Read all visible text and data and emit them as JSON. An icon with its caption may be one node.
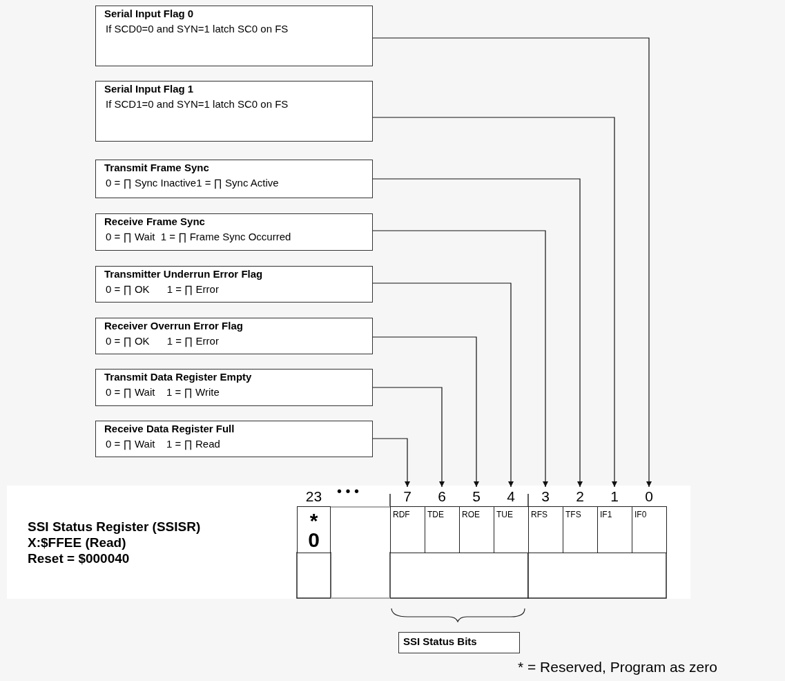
{
  "diagram": {
    "nodes": [
      {
        "text": [
          "Serial Input Flag 0",
          "If SCD0=0 and SYN=1 latch SC0 on FS"
        ]
      },
      {
        "text": [
          "Serial Input Flag 1",
          "If SCD1=0 and SYN=1 latch SC0 on FS"
        ]
      },
      {
        "text": [
          "Transmit Frame Sync",
          "0 = ∏ Sync Inactive1 = ∏ Sync Active"
        ]
      },
      {
        "text": [
          "Receive Frame Sync",
          "0 = ∏ Wait  1 = ∏ Frame Sync Occurred"
        ]
      },
      {
        "text": [
          "Transmitter Underrun Error Flag",
          "0 = ∏ OK      1 = ∏ Error"
        ]
      },
      {
        "text": [
          "Receiver Overrun Error Flag",
          "0 = ∏ OK      1 = ∏ Error"
        ]
      },
      {
        "text": [
          "Transmit Data Register Empty",
          "0 = ∏ Wait    1 = ∏ Write"
        ]
      },
      {
        "text": [
          "Receive Data Register Full",
          "0 = ∏ Wait    1 = ∏ Read"
        ]
      },
      {
        "text": [
          "*",
          "0"
        ],
        "beside": [
          "23"
        ]
      },
      {
        "text": [
          "RDF"
        ],
        "beside": [
          "7"
        ]
      },
      {
        "text": [
          "TDE"
        ],
        "beside": [
          "6"
        ]
      },
      {
        "text": [
          "ROE"
        ],
        "beside": [
          "5"
        ]
      },
      {
        "text": [
          "TUE"
        ],
        "beside": [
          "4"
        ]
      },
      {
        "text": [
          "RFS"
        ],
        "beside": [
          "3"
        ]
      },
      {
        "text": [
          "TFS"
        ],
        "beside": [
          "2"
        ]
      },
      {
        "text": [
          "IF1"
        ],
        "beside": [
          "1"
        ]
      },
      {
        "text": [
          "IF0"
        ],
        "beside": [
          "0"
        ]
      },
      {
        "text": [
          "SSI Status Bits"
        ]
      }
    ],
    "edges": [
      {
        "from": 0,
        "to": 16,
        "arrow": "to"
      },
      {
        "from": 1,
        "to": 15,
        "arrow": "to"
      },
      {
        "from": 2,
        "to": 14,
        "arrow": "to"
      },
      {
        "from": 3,
        "to": 13,
        "arrow": "to"
      },
      {
        "from": 4,
        "to": 12,
        "arrow": "to"
      },
      {
        "from": 5,
        "to": 11,
        "arrow": "to"
      },
      {
        "from": 6,
        "to": 10,
        "arrow": "to"
      },
      {
        "from": 7,
        "to": 9,
        "arrow": "to"
      }
    ],
    "labels": [
      "SSI Status Register (SSISR)",
      "X:$FFEE (Read)",
      "Reset = $000040",
      "• • •",
      "* = Reserved, Program as zero"
    ]
  }
}
